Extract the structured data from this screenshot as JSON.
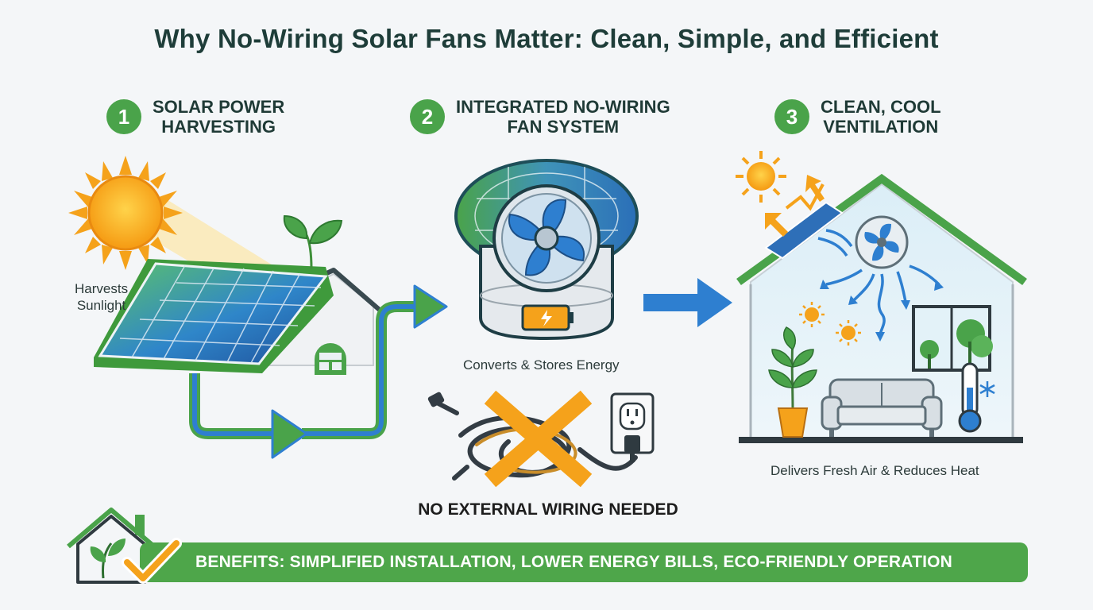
{
  "title": "Why No-Wiring Solar Fans Matter: Clean, Simple, and Efficient",
  "steps": [
    {
      "number": "1",
      "line1": "SOLAR POWER",
      "line2": "HARVESTING"
    },
    {
      "number": "2",
      "line1": "INTEGRATED NO-WIRING",
      "line2": "FAN SYSTEM"
    },
    {
      "number": "3",
      "line1": "CLEAN, COOL",
      "line2": "VENTILATION"
    }
  ],
  "captions": {
    "harvest_line1": "Harvests",
    "harvest_line2": "Sunlight",
    "converts": "Converts & Stores Energy",
    "delivers": "Delivers Fresh Air & Reduces Heat"
  },
  "no_wiring": "NO EXTERNAL WIRING NEEDED",
  "benefits": "BENEFITS: SIMPLIFIED INSTALLATION, LOWER ENERGY BILLS, ECO-FRIENDLY OPERATION",
  "colors": {
    "green": "#4aa34a",
    "blue": "#2e7fd0",
    "orange": "#f5a21b",
    "dark": "#1f3a36"
  },
  "icons": [
    "sun-icon",
    "solar-panel-icon",
    "leaf-icon",
    "house-icon",
    "flow-arrow-icon",
    "fan-icon",
    "battery-icon",
    "tangled-cable-icon",
    "cross-icon",
    "wall-outlet-icon",
    "right-arrow-icon",
    "ventilated-house-icon",
    "plant-icon",
    "sofa-icon",
    "window-icon",
    "thermometer-icon",
    "snowflake-icon",
    "checkmark-icon",
    "eco-house-icon"
  ]
}
